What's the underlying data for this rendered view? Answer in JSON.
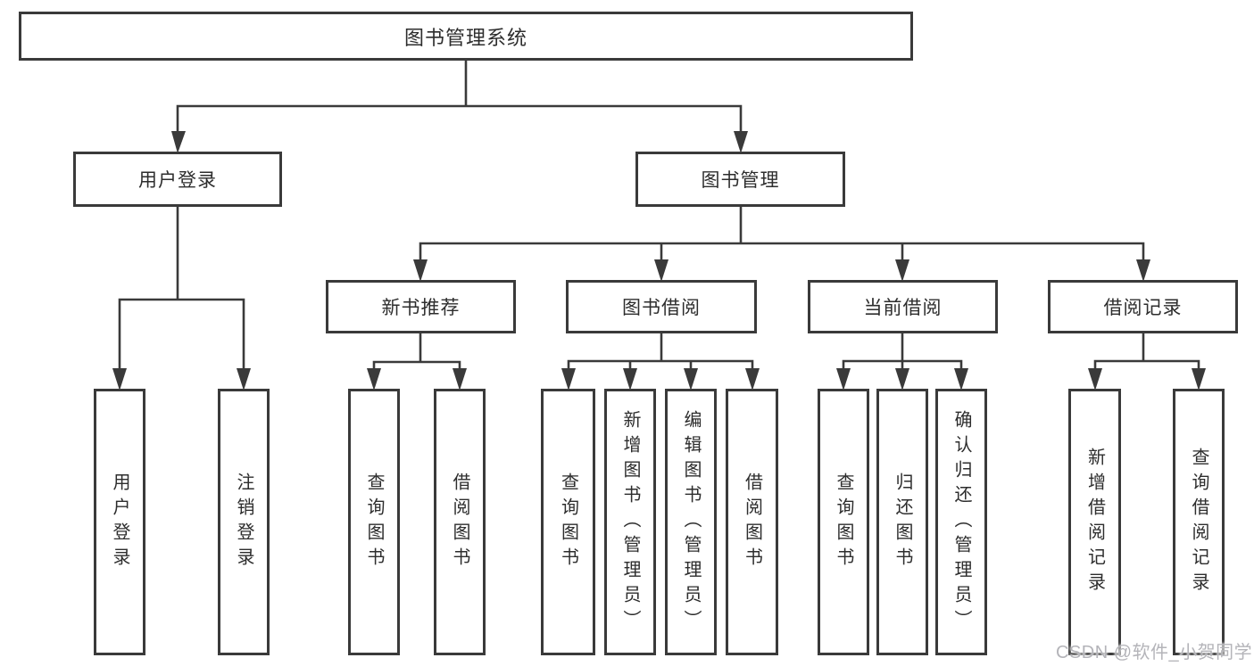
{
  "title": "图书管理系统",
  "colors": {
    "line": "#3a3a3a",
    "text": "#2d2d2d",
    "background": "#ffffff",
    "watermark": "#b4b4b9"
  },
  "modules": {
    "user_login": {
      "label": "用户登录",
      "children": [
        "用户登录",
        "注销登录"
      ]
    },
    "book_mgmt": {
      "label": "图书管理",
      "sections": {
        "new_books": {
          "label": "新书推荐",
          "children": [
            "查询图书",
            "借阅图书"
          ]
        },
        "borrow": {
          "label": "图书借阅",
          "children": [
            "查询图书",
            "新增图书（管理员）",
            "编辑图书（管理员）",
            "借阅图书"
          ]
        },
        "current": {
          "label": "当前借阅",
          "children": [
            "查询图书",
            "归还图书",
            "确认归还（管理员）"
          ]
        },
        "records": {
          "label": "借阅记录",
          "children": [
            "新增借阅记录",
            "查询借阅记录"
          ]
        }
      }
    }
  },
  "watermark": "CSDN @软件_小贺同学"
}
